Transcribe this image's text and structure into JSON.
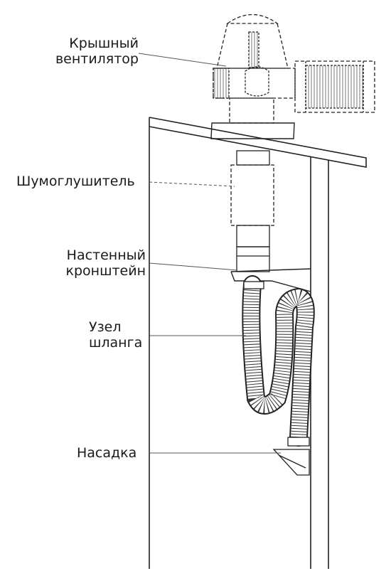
{
  "labels": {
    "roof_fan": [
      "Крышный",
      "вентилятор"
    ],
    "silencer": "Шумоглушитель",
    "wall_bracket": [
      "Настенный",
      "кронштейн"
    ],
    "hose_assembly": [
      "Узел",
      "шланга"
    ],
    "nozzle": "Насадка"
  },
  "colors": {
    "line": "#222222",
    "background": "#ffffff"
  }
}
